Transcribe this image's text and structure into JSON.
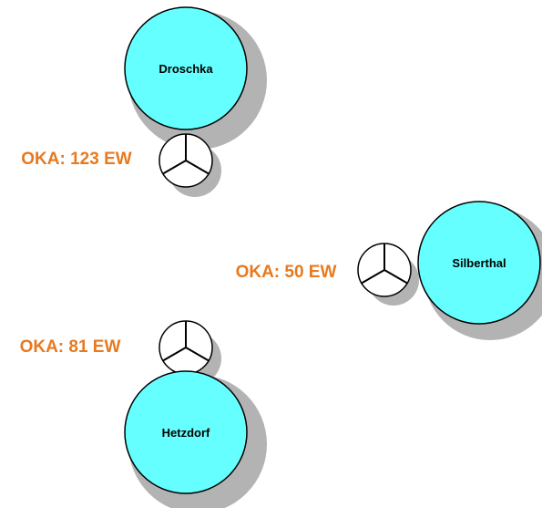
{
  "colors": {
    "town_fill": "#66ffff",
    "stroke": "#000000",
    "shadow": "#b3b3b3",
    "plant_fill": "#ffffff",
    "oka_text": "#e8791e"
  },
  "towns": [
    {
      "name": "Droschka"
    },
    {
      "name": "Silberthal"
    },
    {
      "name": "Hetzdorf"
    }
  ],
  "plants": [
    {
      "label": "OKA: 123 EW",
      "icon": "treatment-plant-icon"
    },
    {
      "label": "OKA: 50 EW",
      "icon": "treatment-plant-icon"
    },
    {
      "label": "OKA: 81 EW",
      "icon": "treatment-plant-icon"
    }
  ]
}
